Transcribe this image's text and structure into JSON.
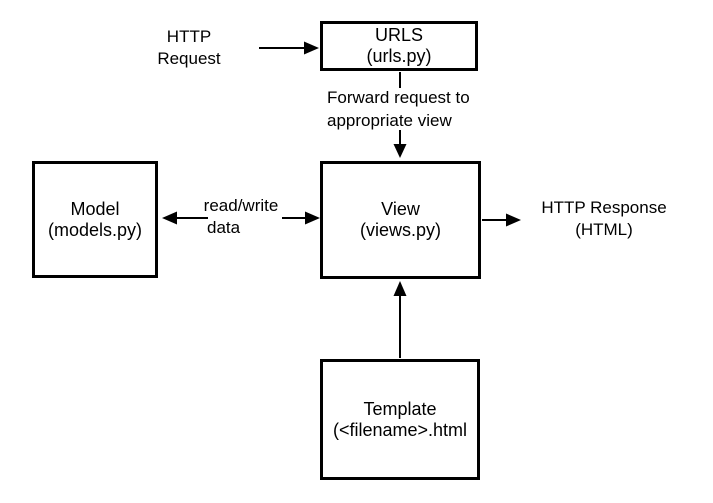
{
  "diagram": {
    "title": "Django URL-View-Model-Template request flow",
    "colors": {
      "stroke": "#000000",
      "background": "#ffffff"
    },
    "boxes": {
      "urls": {
        "title": "URLS",
        "subtitle": "(urls.py)"
      },
      "view": {
        "title": "View",
        "subtitle": "(views.py)"
      },
      "model": {
        "title": "Model",
        "subtitle": "(models.py)"
      },
      "template": {
        "title": "Template",
        "subtitle": "(<filename>.html"
      }
    },
    "labels": {
      "http_request": {
        "line1": "HTTP",
        "line2": "Request"
      },
      "forward": {
        "line1": "Forward request to",
        "line2": "appropriate view"
      },
      "read_write": {
        "line1": "read/write",
        "line2": "data"
      },
      "http_response": {
        "line1": "HTTP Response",
        "line2": "(HTML)"
      }
    }
  }
}
